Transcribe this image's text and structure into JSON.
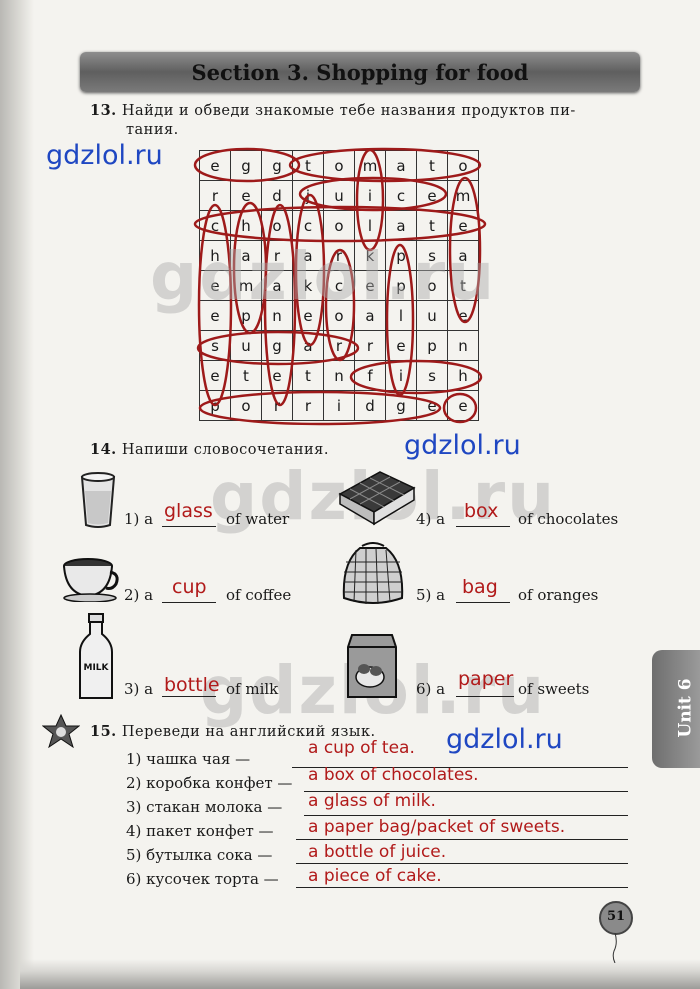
{
  "header": {
    "title": "Section 3. Shopping for food"
  },
  "watermarks": {
    "small": "gdzlol.ru",
    "big": "gdzlol.ru"
  },
  "ex13": {
    "number": "13.",
    "task_line1": "Найди и обведи знакомые тебе названия продуктов пи-",
    "task_line2": "тания.",
    "grid": [
      [
        "e",
        "g",
        "g",
        "t",
        "o",
        "m",
        "a",
        "t",
        "o"
      ],
      [
        "r",
        "e",
        "d",
        "j",
        "u",
        "i",
        "c",
        "e",
        "m"
      ],
      [
        "c",
        "h",
        "o",
        "c",
        "o",
        "l",
        "a",
        "t",
        "e"
      ],
      [
        "h",
        "a",
        "r",
        "a",
        "r",
        "k",
        "p",
        "s",
        "a"
      ],
      [
        "e",
        "m",
        "a",
        "k",
        "c",
        "e",
        "p",
        "o",
        "t"
      ],
      [
        "e",
        "p",
        "n",
        "e",
        "o",
        "a",
        "l",
        "u",
        "e"
      ],
      [
        "s",
        "u",
        "g",
        "a",
        "r",
        "r",
        "e",
        "p",
        "n"
      ],
      [
        "e",
        "t",
        "e",
        "t",
        "n",
        "f",
        "i",
        "s",
        "h"
      ],
      [
        "p",
        "o",
        "r",
        "r",
        "i",
        "d",
        "g",
        "e",
        "e"
      ]
    ]
  },
  "ex14": {
    "number": "14.",
    "task": "Напиши словосочетания.",
    "items": [
      {
        "num": "1) a",
        "answer": "glass",
        "rest": "of water",
        "icon": "glass-icon"
      },
      {
        "num": "2) a",
        "answer": "cup",
        "rest": "of coffee",
        "icon": "cup-icon"
      },
      {
        "num": "3) a",
        "answer": "bottle",
        "rest": "of milk",
        "icon": "milk-bottle-icon"
      },
      {
        "num": "4) a",
        "answer": "box",
        "rest": "of chocolates",
        "icon": "chocolate-box-icon"
      },
      {
        "num": "5) a",
        "answer": "bag",
        "rest": "of oranges",
        "icon": "net-bag-icon"
      },
      {
        "num": "6) a",
        "answer": "paper",
        "rest": "of sweets",
        "icon": "paper-bag-icon"
      }
    ],
    "milk_label": "MILK"
  },
  "ex15": {
    "number": "15.",
    "task": "Переведи на английский язык.",
    "items": [
      {
        "ru": "1) чашка чая —",
        "answer": "a cup of tea."
      },
      {
        "ru": "2) коробка конфет —",
        "answer": "a box of chocolates."
      },
      {
        "ru": "3) стакан молока —",
        "answer": "a glass of milk."
      },
      {
        "ru": "4) пакет конфет —",
        "answer": "a paper bag/packet of sweets."
      },
      {
        "ru": "5) бутылка сока —",
        "answer": "a bottle of juice."
      },
      {
        "ru": "6) кусочек торта —",
        "answer": "a piece of cake."
      }
    ]
  },
  "side_tab": {
    "label": "Unit 6"
  },
  "footer": {
    "page_number": "51"
  },
  "colors": {
    "answer_red": "#b11a1a",
    "watermark_blue": "#1f47c2",
    "circle_red": "#9e1a1a"
  }
}
